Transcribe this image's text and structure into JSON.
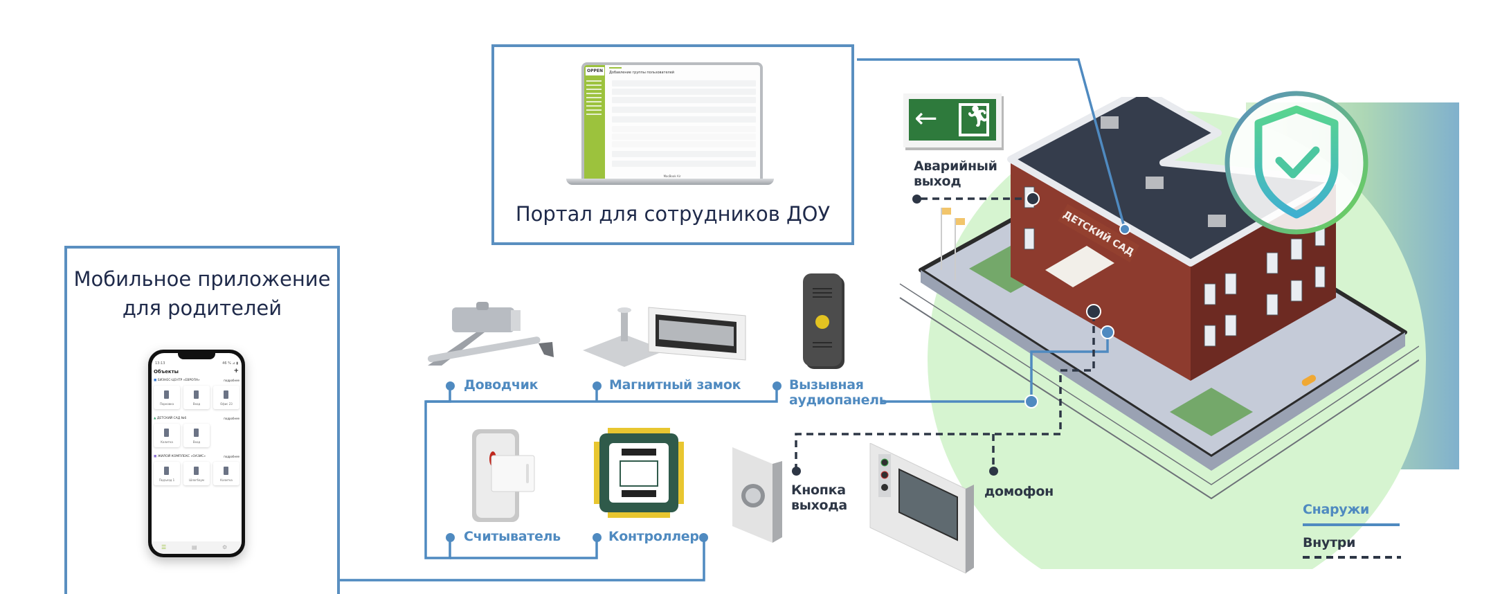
{
  "portal": {
    "title": "Портал для сотрудников ДОУ",
    "laptop": {
      "logo": "OPPEN",
      "page_heading": "Добавление группы пользователей",
      "model_caption": "MacBook Air"
    }
  },
  "mobile": {
    "title_line1": "Мобильное приложение",
    "title_line2": "для родителей",
    "phone": {
      "time": "13:13",
      "status": "46 % ⊿ ▮",
      "screen_title": "Объекты",
      "add_icon": "+",
      "sections": [
        {
          "name": "БИЗНЕС-ЦЕНТР «ЕВРОПА»",
          "more": "подробнее",
          "items": [
            "Парковка",
            "Вход",
            "Офис 23"
          ]
        },
        {
          "name": "ДЕТСКИЙ САД №6",
          "more": "подробнее",
          "items": [
            "Калитка",
            "Вход"
          ]
        },
        {
          "name": "ЖИЛОЙ КОМПЛЕКС «ОАЗИС»",
          "more": "подробнее",
          "items": [
            "Подъезд 1",
            "Шлагбаум",
            "Калитка"
          ]
        }
      ],
      "nav_icons": [
        "list-icon",
        "map-icon",
        "gear-icon"
      ]
    }
  },
  "devices": {
    "door_closer": "Доводчик",
    "magnetic_lock": "Магнитный замок",
    "audio_panel_line1": "Вызывная",
    "audio_panel_line2": "аудиопанель",
    "reader": "Считыватель",
    "controller": "Контроллер",
    "exit_button_line1": "Кнопка",
    "exit_button_line2": "выхода",
    "intercom": "домофон",
    "emergency_exit_line1": "Аварийный",
    "emergency_exit_line2": "выход"
  },
  "building": {
    "sign": "ДЕТСКИЙ САД"
  },
  "legend": {
    "outside": "Снаружи",
    "inside": "Внутри"
  },
  "colors": {
    "outside_line": "#4f8ac0",
    "inside_line": "#2d3645",
    "panel_border": "#5a8fc0",
    "title_text": "#1f2a4a",
    "brand_green": "#9cc23d"
  }
}
